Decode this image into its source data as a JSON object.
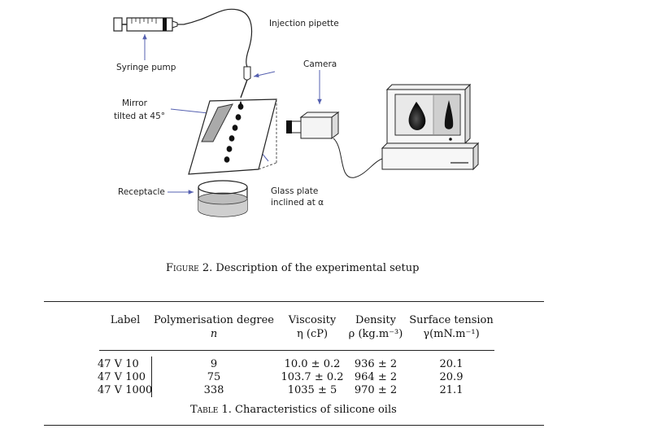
{
  "figure": {
    "labels": {
      "syringe_pump": "Syringe pump",
      "injection_pipette": "Injection pipette",
      "camera": "Camera",
      "mirror_line1": "Mirror",
      "mirror_line2": "tilted at 45°",
      "receptacle": "Receptacle",
      "glass_line1": "Glass plate",
      "glass_line2": "inclined at α"
    },
    "caption_prefix": "Figure 2.",
    "caption_text": "Description of the experimental setup"
  },
  "table": {
    "headers": [
      {
        "line1": "Label",
        "line2": ""
      },
      {
        "line1": "Polymerisation degree",
        "line2": "n"
      },
      {
        "line1": "Viscosity",
        "line2": "η (cP)"
      },
      {
        "line1": "Density",
        "line2": "ρ (kg.m⁻³)"
      },
      {
        "line1": "Surface tension",
        "line2": "γ(mN.m⁻¹)"
      }
    ],
    "rows": [
      [
        "47 V 10",
        "9",
        "10.0 ± 0.2",
        "936 ± 2",
        "20.1"
      ],
      [
        "47 V 100",
        "75",
        "103.7 ± 0.2",
        "964 ± 2",
        "20.9"
      ],
      [
        "47 V 1000",
        "338",
        "1035 ± 5",
        "970 ± 2",
        "21.1"
      ]
    ],
    "caption_prefix": "Table 1.",
    "caption_text": "Characteristics of silicone oils"
  }
}
